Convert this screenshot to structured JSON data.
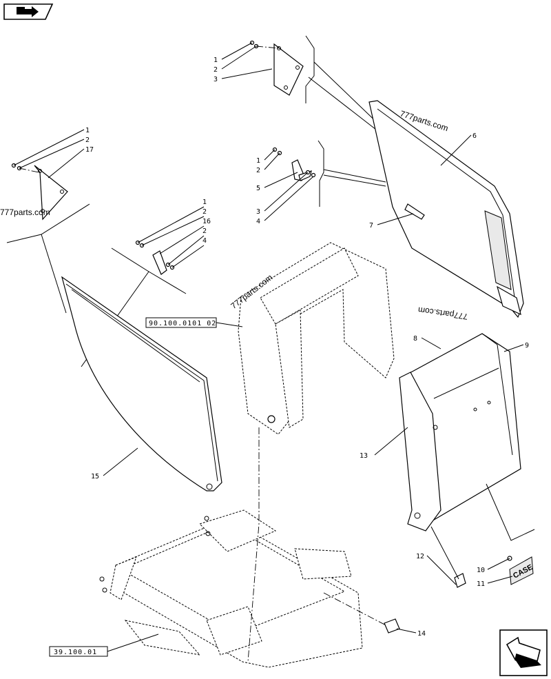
{
  "callouts": {
    "c1_top": "1",
    "c2_top": "2",
    "c3_top": "3",
    "c1_left": "1",
    "c2_left": "2",
    "c17": "17",
    "c1_mid": "1",
    "c2_mid": "2",
    "c5": "5",
    "c3_mid": "3",
    "c4_mid": "4",
    "c1_ctr": "1",
    "c2_ctr": "2",
    "c16": "16",
    "c2_ctr_b": "2",
    "c4_ctr": "4",
    "c6": "6",
    "c7": "7",
    "c8": "8",
    "c9": "9",
    "c13": "13",
    "c15": "15",
    "c12": "12",
    "c10": "10",
    "c11": "11",
    "c14": "14"
  },
  "references": {
    "ref_frame": "90.100.0101 02",
    "ref_chassis": "39.100.01"
  },
  "watermarks": {
    "wm_left": "777parts.com",
    "wm_center": "777parts.com",
    "wm_top_right": "777parts.com",
    "wm_right": "777parts.com"
  },
  "badge": {
    "logo_text": "CASE"
  },
  "icons": {
    "top_left": "book-arrow-icon",
    "bottom_right": "next-page-arrow-icon"
  }
}
